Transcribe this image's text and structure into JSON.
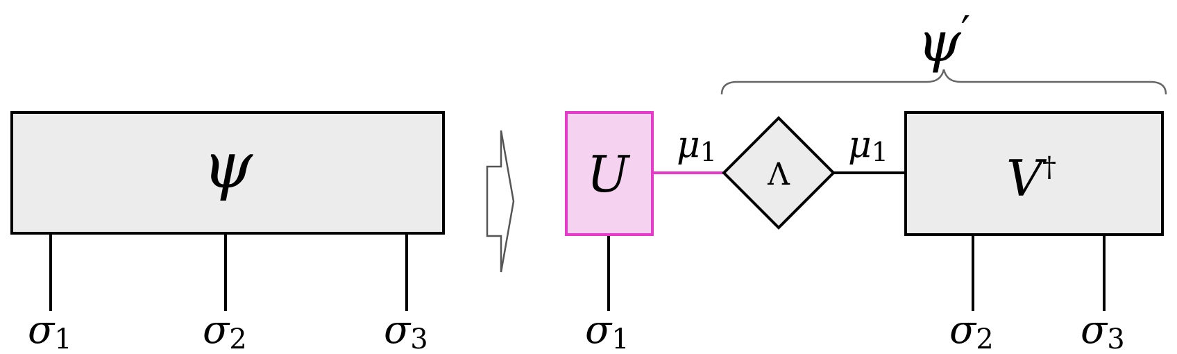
{
  "diagram": {
    "left_tensor": {
      "symbol": "ψ",
      "legs": [
        {
          "base": "σ",
          "index": "1"
        },
        {
          "base": "σ",
          "index": "2"
        },
        {
          "base": "σ",
          "index": "3"
        }
      ]
    },
    "arrow": {
      "icon": "right-arrow-icon"
    },
    "right_network": {
      "u_tensor": {
        "symbol": "U",
        "leg": {
          "base": "σ",
          "index": "1"
        }
      },
      "bond_left": {
        "base": "μ",
        "index": "1"
      },
      "lambda": {
        "symbol": "Λ"
      },
      "bond_right": {
        "base": "μ",
        "index": "1"
      },
      "v_tensor": {
        "symbol": "V",
        "superscript": "†",
        "legs": [
          {
            "base": "σ",
            "index": "2"
          },
          {
            "base": "σ",
            "index": "3"
          }
        ]
      },
      "brace_label": {
        "base": "ψ",
        "prime": "′"
      }
    },
    "colors": {
      "tensor_fill": "#ececec",
      "highlight_stroke": "#e63acb",
      "highlight_fill": "#f5d2f0",
      "line": "#000000",
      "brace": "#666666"
    }
  }
}
